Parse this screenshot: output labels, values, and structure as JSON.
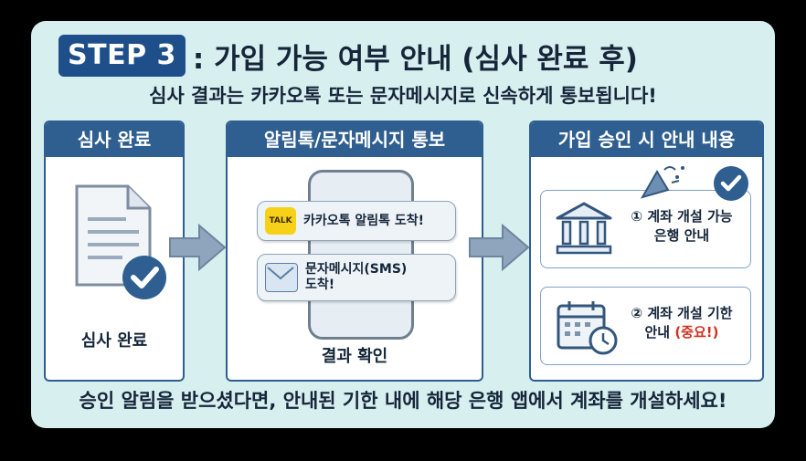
{
  "header": {
    "step_badge": "STEP 3",
    "title": ": 가입 가능 여부 안내 (심사 완료 후)",
    "subtitle": "심사 결과는 카카오톡 또는 문자메시지로 신속하게 통보됩니다!"
  },
  "panel_review": {
    "heading": "심사 완료",
    "caption": "심사 완료"
  },
  "panel_notify": {
    "heading": "알림톡/문자메시지 통보",
    "kakao_badge": "TALK",
    "kakao_message": "카카오톡 알림톡 도착!",
    "sms_line1": "문자메시지(SMS)",
    "sms_line2": "도착!",
    "caption": "결과 확인"
  },
  "panel_guide": {
    "heading": "가입 승인 시 안내 내용",
    "item1_line1": "① 계좌 개설 가능",
    "item1_line2": "은행 안내",
    "item2_line1": "② 계좌 개설 기한",
    "item2_line2_prefix": "안내 ",
    "item2_line2_important": "(중요!)"
  },
  "footer": {
    "text": "승인 알림을 받으셨다면, 안내된 기한 내에 해당 은행 앱에서 계좌를 개설하세요!"
  },
  "colors": {
    "card_bg": "#d8efef",
    "navy": "#2f5f90",
    "badge": "#1f4f8a",
    "important": "#d0301f",
    "kakao": "#f7d117"
  }
}
